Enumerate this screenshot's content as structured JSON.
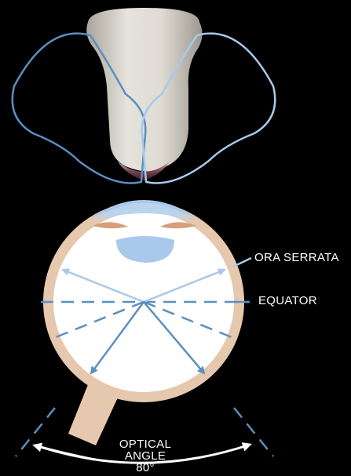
{
  "labels": {
    "ora_serrata": "ORA SERRATA",
    "equator": "EQUATOR",
    "optical_angle": [
      "OPTICAL",
      "ANGLE",
      "80°"
    ]
  },
  "colors": {
    "background": "#000000",
    "eye_wall": "#e6c8ae",
    "eye_interior": "#ffffff",
    "blue_dark": "#5a8fc0",
    "blue_light": "#a9c9ea",
    "lens_body": "#dcd8d0"
  }
}
